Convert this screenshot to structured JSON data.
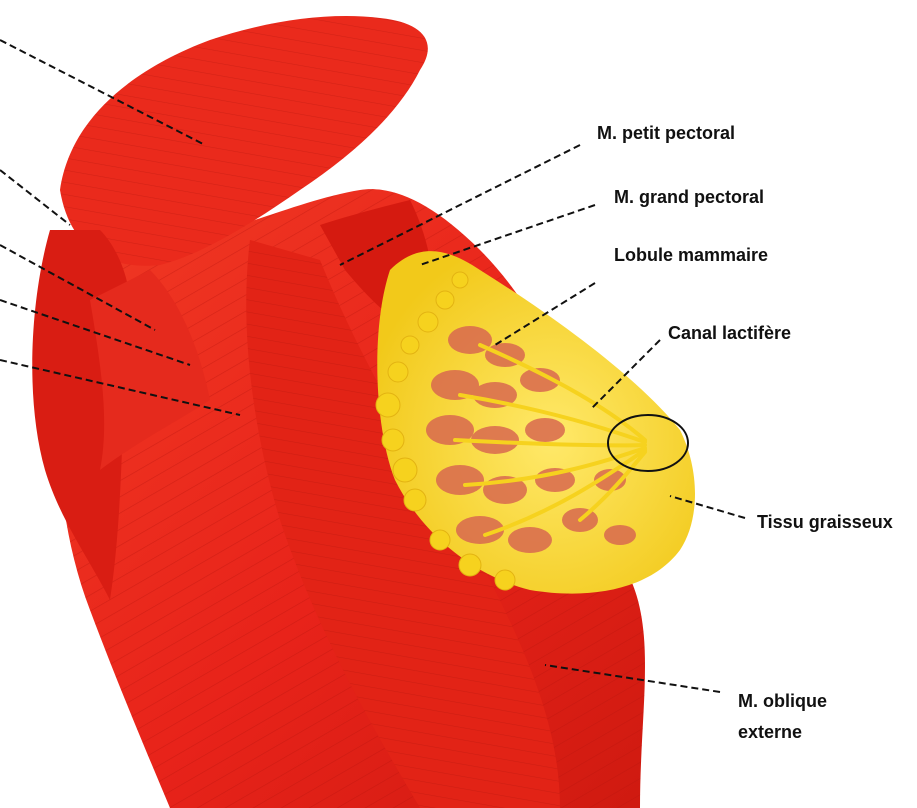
{
  "labels": {
    "petit_pectoral": "M. petit pectoral",
    "grand_pectoral": "M. grand pectoral",
    "lobule": "Lobule mammaire",
    "canal": "Canal lactifère",
    "tissu": "Tissu graisseux",
    "oblique_line1": "M. oblique",
    "oblique_line2": "externe"
  },
  "colors": {
    "muscle": "#e8231a",
    "muscle_dark": "#c8140e",
    "fat": "#f5df2a",
    "lobule": "#d9694f",
    "background": "#ffffff"
  }
}
